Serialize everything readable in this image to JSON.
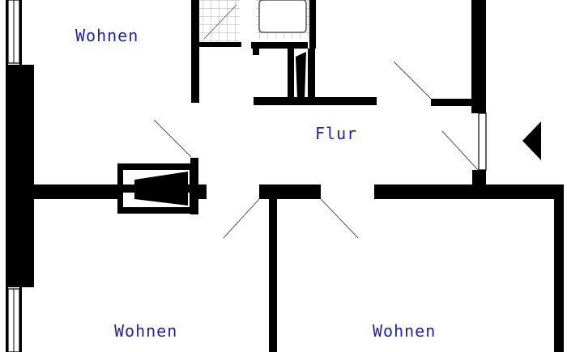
{
  "rooms": {
    "wohnen_top_left": "Wohnen",
    "flur": "Flur",
    "wohnen_bottom_left": "Wohnen",
    "wohnen_bottom_right": "Wohnen"
  },
  "icons": {
    "entrance": "entrance-arrow-icon"
  },
  "colors": {
    "walls": "#000000",
    "labels": "#2222aa",
    "background": "#ffffff",
    "tile_grid": "#999999"
  }
}
